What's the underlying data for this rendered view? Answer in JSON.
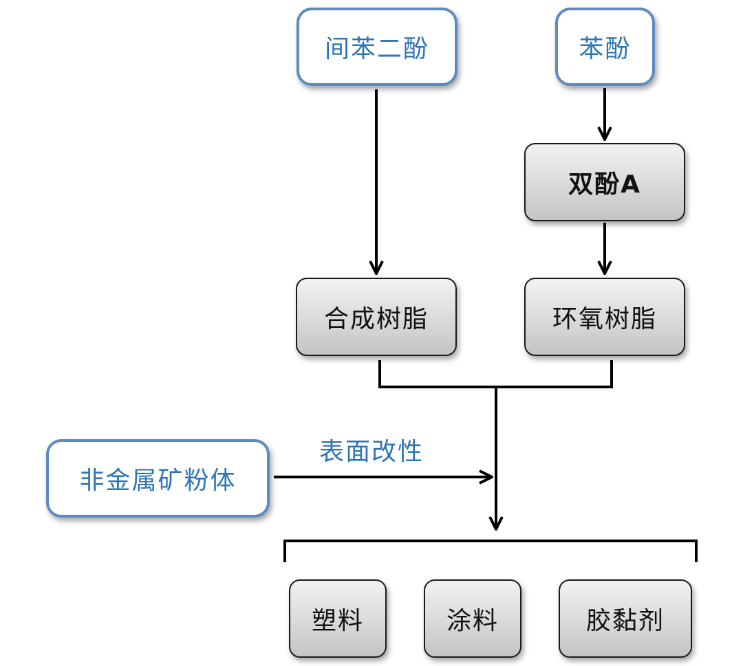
{
  "nodes": {
    "resorcinol": "间苯二酚",
    "phenol": "苯酚",
    "bisphenol_a": "双酚A",
    "synthetic_resin": "合成树脂",
    "epoxy_resin": "环氧树脂",
    "nonmetal_mineral_powder": "非金属矿粉体",
    "plastics": "塑料",
    "coatings": "涂料",
    "adhesives": "胶黏剂"
  },
  "labels": {
    "surface_modification": "表面改性"
  },
  "colors": {
    "blue_text": "#2e75b5",
    "blue_border": "#5b8bc2",
    "connector": "#000000",
    "gray_box_top": "#f2f2f2",
    "gray_box_bottom": "#c4c4c4"
  }
}
